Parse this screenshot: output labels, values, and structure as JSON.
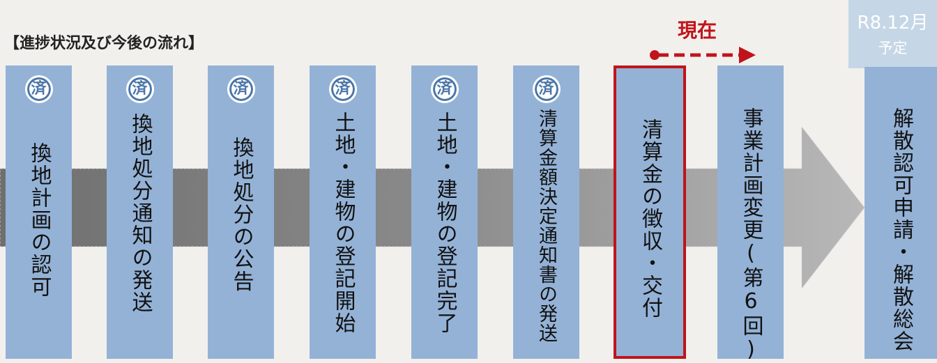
{
  "heading": "【進捗状況及び今後の流れ】",
  "done_mark": "済",
  "now_label": "現在",
  "schedule": {
    "date": "R8.12月",
    "note": "予定"
  },
  "colors": {
    "box": "#94b2d6",
    "current_border": "#c0141a",
    "arrow": "#7f7f7f",
    "badge": "#4a76a8"
  },
  "steps": [
    {
      "label": "換地計画の認可",
      "done": true
    },
    {
      "label": "換地処分通知の発送",
      "done": true
    },
    {
      "label": "換地処分の公告",
      "done": true
    },
    {
      "label": "土地・建物の登記開始",
      "done": true
    },
    {
      "label": "土地・建物の登記完了",
      "done": true
    },
    {
      "label": "清算金額決定通知書の発送",
      "done": true
    },
    {
      "label": "清算金の徴収・交付",
      "done": false,
      "current": true
    },
    {
      "label": "事業計画変更(第6回)",
      "done": false
    },
    {
      "label": "解散認可申請・解散総会",
      "done": false
    }
  ]
}
